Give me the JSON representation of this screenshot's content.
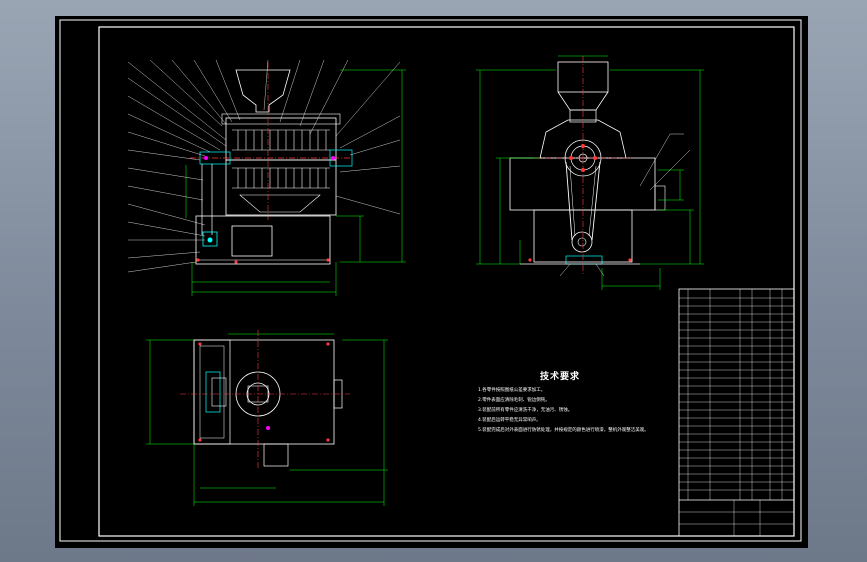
{
  "technical_requirements": {
    "title": "技术要求",
    "items": [
      "1.各零件按照图纸公差要求加工。",
      "2.零件表面应清除毛刺、锐边倒钝。",
      "3.装配前所有零件应清洗干净，无油污、锈蚀。",
      "4.装配后运转平稳无异常响声。",
      "5.装配完成后对外表面进行防锈处理，并按规定的颜色进行喷漆，整机外观整洁美观。"
    ]
  },
  "colors": {
    "frame": "#ffffff",
    "body": "#ffffff",
    "dimension": "#00ff00",
    "center_line": "#ff3b3b",
    "component": "#00ffff",
    "mark": "#ff00ff"
  }
}
